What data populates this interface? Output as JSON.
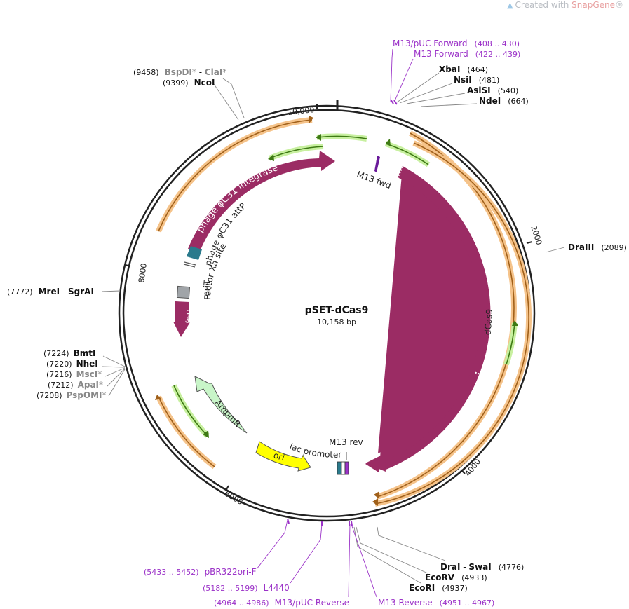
{
  "watermark": {
    "prefix": "Created with ",
    "brand": "SnapGene",
    "reg": "®",
    "icon": "snapgene-logo-icon"
  },
  "plasmid": {
    "name": "pSET-dCas9",
    "length": "10,158 bp"
  },
  "colors": {
    "feature": "#9b2c64",
    "primer": "#9b32c8",
    "orf_orange": "#f5c38a",
    "orf_green": "#4e8c1e",
    "ampmR": "#c8f5c8",
    "ori": "#ffff00",
    "attP": "#2a7a8c",
    "oriT": "#a0a4a8",
    "ring": "#222222"
  },
  "ticks": [
    {
      "label": "10,000",
      "pos": 10000
    },
    {
      "label": "2000",
      "pos": 2000
    },
    {
      "label": "4000",
      "pos": 4000
    },
    {
      "label": "6000",
      "pos": 6000
    },
    {
      "label": "8000",
      "pos": 8000
    }
  ],
  "features": {
    "integrase": "phage φC31 integrase",
    "attP": "phage φC31 attP",
    "factorXa": "Factor Xa site",
    "oriT": "oriT",
    "traJ": "traJ",
    "ampmR": "AmpmR",
    "ori": "ori",
    "lac": "lac promoter",
    "m13rev": "M13 rev",
    "m13fwd": "M13 fwd",
    "dCas9": "dCas9"
  },
  "sites_right": [
    {
      "name": "XbaI",
      "pos": "(464)"
    },
    {
      "name": "NsiI",
      "pos": "(481)"
    },
    {
      "name": "AsiSI",
      "pos": "(540)"
    },
    {
      "name": "NdeI",
      "pos": "(664)"
    }
  ],
  "primers_top": [
    {
      "name": "M13/pUC Forward",
      "pos": "(408 .. 430)"
    },
    {
      "name": "M13 Forward",
      "pos": "(422 .. 439)"
    }
  ],
  "site_draIII": {
    "name": "DraIII",
    "pos": "(2089)"
  },
  "sites_left_top": [
    {
      "pos": "(9458)",
      "name": "BspDI",
      "star": "*",
      "sep": " - ",
      "name2": "ClaI",
      "star2": "*"
    },
    {
      "pos": "(9399)",
      "name": "NcoI"
    }
  ],
  "site_mreI": {
    "pos": "(7772)",
    "name": "MreI",
    "sep": " - ",
    "name2": "SgrAI"
  },
  "sites_left_mid": [
    {
      "pos": "(7224)",
      "name": "BmtI",
      "star": ""
    },
    {
      "pos": "(7220)",
      "name": "NheI",
      "star": ""
    },
    {
      "pos": "(7216)",
      "name": "MscI",
      "star": "*"
    },
    {
      "pos": "(7212)",
      "name": "ApaI",
      "star": "*"
    },
    {
      "pos": "(7208)",
      "name": "PspOMI",
      "star": "*"
    }
  ],
  "sites_bottom_right": [
    {
      "name": "DraI",
      "sep": " - ",
      "name2": "SwaI",
      "pos": "(4776)"
    },
    {
      "name": "EcoRV",
      "pos": "(4933)"
    },
    {
      "name": "EcoRI",
      "pos": "(4937)"
    }
  ],
  "primers_bottom": [
    {
      "pos": "(5433 .. 5452)",
      "name": "pBR322ori-F"
    },
    {
      "pos": "(5182 .. 5199)",
      "name": "L4440"
    },
    {
      "pos": "(4964 .. 4986)",
      "name": "M13/pUC Reverse"
    },
    {
      "name": "M13 Reverse",
      "pos": "(4951 .. 4967)"
    }
  ]
}
